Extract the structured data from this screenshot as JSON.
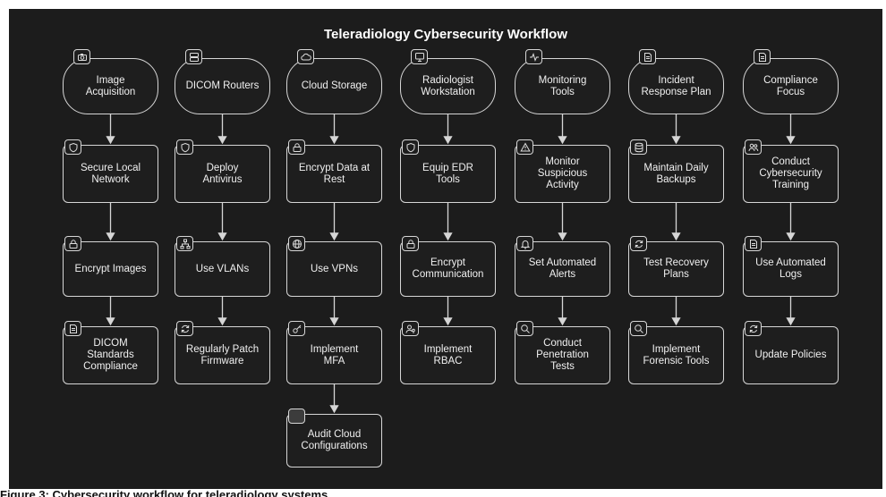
{
  "title": "Teleradiology Cybersecurity Workflow",
  "caption": "Figure 3: Cybersecurity workflow for teleradiology systems.",
  "columns": [
    {
      "name": "image-acquisition",
      "header": {
        "label": "Image\nAcquisition",
        "icon": "camera-icon"
      },
      "steps": [
        {
          "label": "Secure Local\nNetwork",
          "icon": "shield-icon"
        },
        {
          "label": "Encrypt Images",
          "icon": "lock-icon"
        },
        {
          "label": "DICOM\nStandards\nCompliance",
          "icon": "document-icon"
        }
      ]
    },
    {
      "name": "dicom-routers",
      "header": {
        "label": "DICOM Routers",
        "icon": "server-icon"
      },
      "steps": [
        {
          "label": "Deploy\nAntivirus",
          "icon": "shield-icon"
        },
        {
          "label": "Use VLANs",
          "icon": "network-icon"
        },
        {
          "label": "Regularly Patch\nFirmware",
          "icon": "refresh-icon"
        }
      ]
    },
    {
      "name": "cloud-storage",
      "header": {
        "label": "Cloud Storage",
        "icon": "cloud-icon"
      },
      "steps": [
        {
          "label": "Encrypt Data at\nRest",
          "icon": "lock-icon"
        },
        {
          "label": "Use VPNs",
          "icon": "globe-icon"
        },
        {
          "label": "Implement\nMFA",
          "icon": "key-icon"
        },
        {
          "label": "Audit Cloud\nConfigurations",
          "icon": "square-icon"
        }
      ]
    },
    {
      "name": "radiologist-workstation",
      "header": {
        "label": "Radiologist\nWorkstation",
        "icon": "monitor-icon"
      },
      "steps": [
        {
          "label": "Equip EDR\nTools",
          "icon": "shield-icon"
        },
        {
          "label": "Encrypt\nCommunication",
          "icon": "lock-icon"
        },
        {
          "label": "Implement\nRBAC",
          "icon": "user-key-icon"
        }
      ]
    },
    {
      "name": "monitoring-tools",
      "header": {
        "label": "Monitoring\nTools",
        "icon": "activity-icon"
      },
      "steps": [
        {
          "label": "Monitor\nSuspicious\nActivity",
          "icon": "warning-icon"
        },
        {
          "label": "Set Automated\nAlerts",
          "icon": "bell-icon"
        },
        {
          "label": "Conduct\nPenetration\nTests",
          "icon": "search-icon"
        }
      ]
    },
    {
      "name": "incident-response-plan",
      "header": {
        "label": "Incident\nResponse Plan",
        "icon": "document-icon"
      },
      "steps": [
        {
          "label": "Maintain Daily\nBackups",
          "icon": "database-icon"
        },
        {
          "label": "Test Recovery\nPlans",
          "icon": "refresh-icon"
        },
        {
          "label": "Implement\nForensic Tools",
          "icon": "search-icon"
        }
      ]
    },
    {
      "name": "compliance-focus",
      "header": {
        "label": "Compliance\nFocus",
        "icon": "document-icon"
      },
      "steps": [
        {
          "label": "Conduct\nCybersecurity\nTraining",
          "icon": "users-icon"
        },
        {
          "label": "Use Automated\nLogs",
          "icon": "document-icon"
        },
        {
          "label": "Update Policies",
          "icon": "refresh-icon"
        }
      ]
    }
  ]
}
